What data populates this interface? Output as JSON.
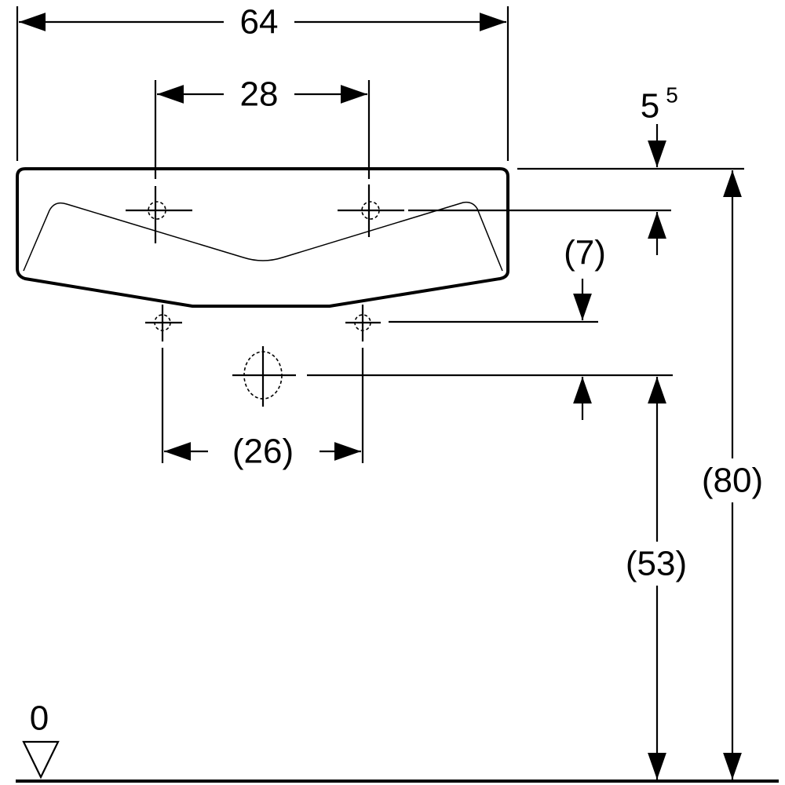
{
  "title": "Washbasin dimension drawing",
  "dimensions": {
    "overall_width": "64",
    "tap_hole_spacing": "28",
    "top_offset_base": "5",
    "top_offset_sup": "5",
    "drain_offset": "(7)",
    "bracket_spacing": "(26)",
    "drain_height": "(53)",
    "total_height": "(80)",
    "floor_level": "0"
  },
  "colors": {
    "line": "#000000",
    "background": "#ffffff"
  }
}
